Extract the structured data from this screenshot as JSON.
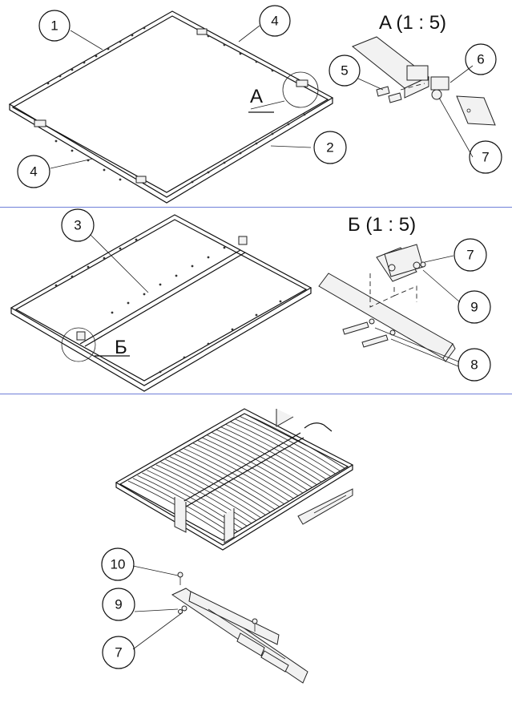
{
  "panel1": {
    "callouts": {
      "c1": "1",
      "c2": "2",
      "c4a": "4",
      "c4b": "4",
      "c5": "5",
      "c6": "6",
      "c7": "7"
    },
    "view_label": "A",
    "detail_title": "A  (1 : 5)"
  },
  "panel2": {
    "callouts": {
      "c3": "3",
      "c7": "7",
      "c8": "8",
      "c9": "9"
    },
    "view_label": "Б",
    "detail_title": "Б  (1 : 5)"
  },
  "panel3": {
    "callouts": {
      "c10": "10",
      "c9": "9",
      "c7": "7"
    }
  },
  "colors": {
    "separator": "#6f7fd8",
    "line": "#111111"
  }
}
